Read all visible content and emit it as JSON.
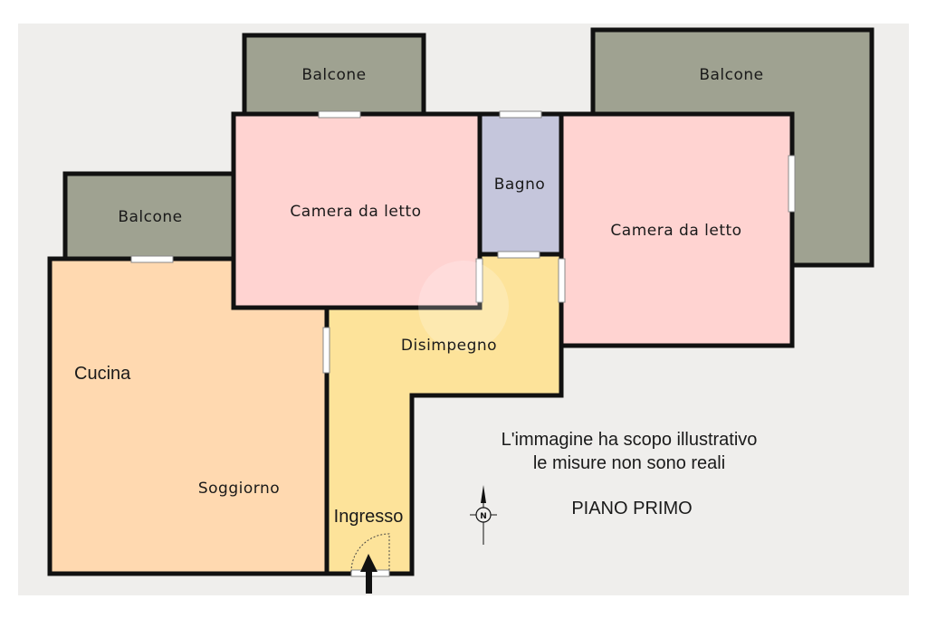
{
  "rooms": {
    "balcone_left": "Balcone",
    "balcone_top": "Balcone",
    "balcone_right": "Balcone",
    "camera_left": "Camera da letto",
    "camera_right": "Camera da letto",
    "bagno": "Bagno",
    "disimpegno": "Disimpegno",
    "cucina": "Cucina",
    "soggiorno": "Soggiorno",
    "ingresso": "Ingresso"
  },
  "notes": {
    "line1": "L'immagine ha scopo illustrativo",
    "line2": "le misure non sono reali",
    "floor": "PIANO PRIMO"
  },
  "compass": {
    "letter": "N"
  },
  "colors": {
    "background": "#efeeec",
    "balcony": "#9fa291",
    "bedroom": "#ffd3d1",
    "bathroom": "#c5c6dc",
    "hallway": "#fde39a",
    "kitchen_living": "#ffd9b0",
    "wall": "#111111"
  }
}
